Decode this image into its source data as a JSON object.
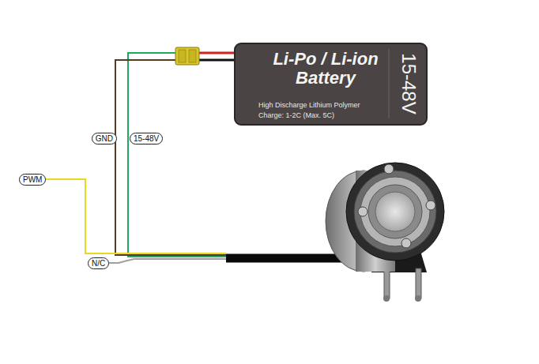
{
  "diagram": {
    "nodes": [
      {
        "text": [
          "Li-Po / Li-ion Battery",
          "High Discharge  Lithium Polymer",
          "Charge: 1-2C (Max. 5C)",
          "15-48V"
        ]
      }
    ],
    "labels": [
      "GND",
      "15-48V",
      "PWM",
      "N/C"
    ]
  }
}
